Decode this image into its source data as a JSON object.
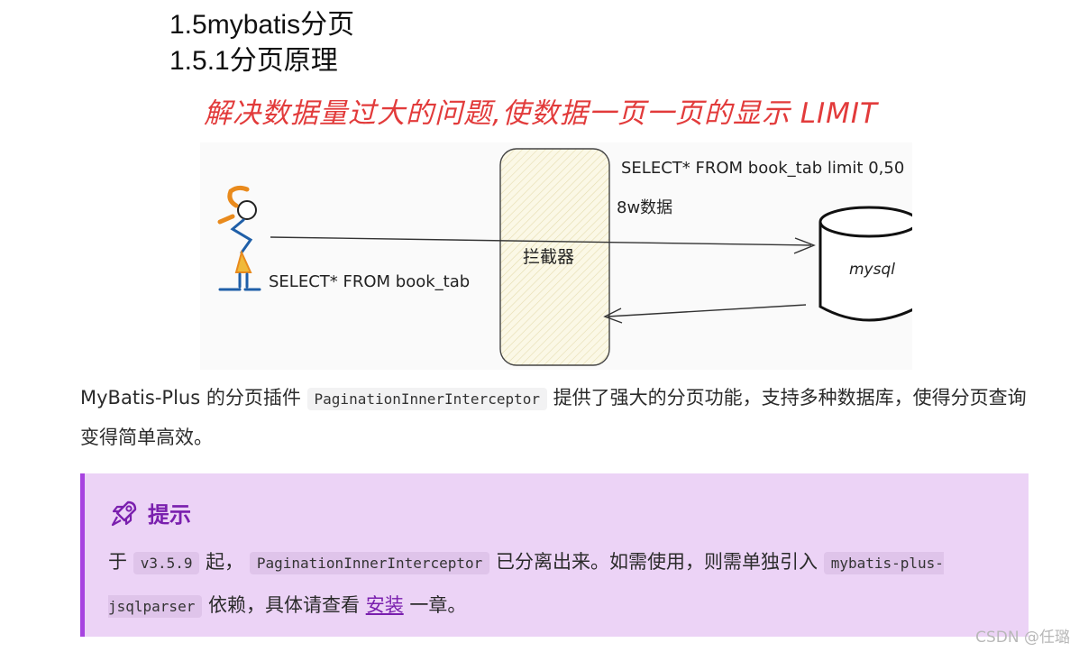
{
  "headings": {
    "h1": "1.5mybatis分页",
    "h2": "1.5.1分页原理"
  },
  "red_note": "解决数据量过大的问题,使数据一页一页的显示 LIMIT",
  "diagram": {
    "query_limit": "SELECT* FROM book_tab limit 0,50",
    "data_count": "8w数据",
    "interceptor": "拦截器",
    "db_label": "mysql",
    "user_query": "SELECT* FROM book_tab"
  },
  "paragraph": {
    "part1": "MyBatis-Plus 的分页插件",
    "code": "PaginationInnerInterceptor",
    "part2": "提供了强大的分页功能，支持多种数据库，使得分页查询变得简单高效。"
  },
  "tip": {
    "title": "提示",
    "p1": "于",
    "code1": "v3.5.9",
    "p2": "起，",
    "code2": "PaginationInnerInterceptor",
    "p3": "已分离出来。如需使用，则需单独引入",
    "code3": "mybatis-plus-jsqlparser",
    "p4": "依赖，具体请查看",
    "link": "安装",
    "p5": "一章。"
  },
  "watermark": "CSDN @任璐",
  "colors": {
    "red_note": "#e23b3b",
    "tip_background": "#ecd3f6",
    "tip_border": "#a743e0",
    "tip_title": "#7a1fae"
  }
}
